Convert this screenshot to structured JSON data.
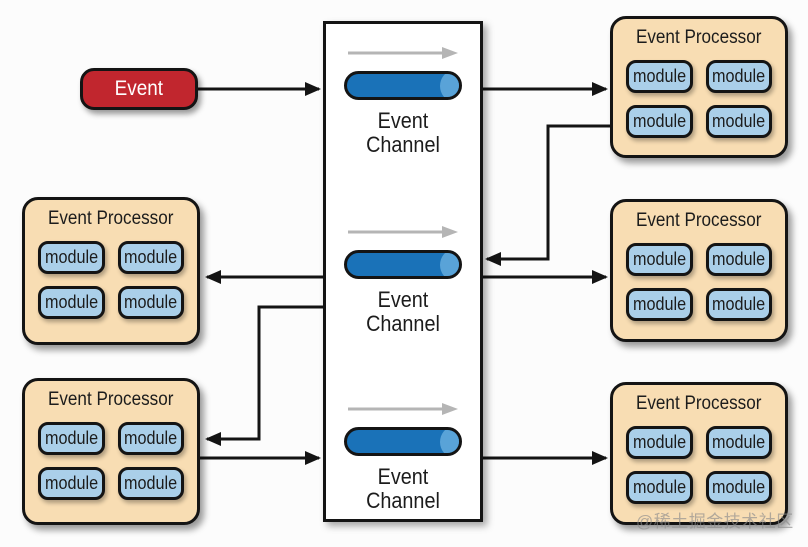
{
  "diagram": {
    "event": {
      "label": "Event"
    },
    "event_channels": [
      {
        "line1": "Event",
        "line2": "Channel"
      },
      {
        "line1": "Event",
        "line2": "Channel"
      },
      {
        "line1": "Event",
        "line2": "Channel"
      }
    ],
    "processors": [
      {
        "title": "Event Processor",
        "modules": [
          "module",
          "module",
          "module",
          "module"
        ]
      },
      {
        "title": "Event Processor",
        "modules": [
          "module",
          "module",
          "module",
          "module"
        ]
      },
      {
        "title": "Event Processor",
        "modules": [
          "module",
          "module",
          "module",
          "module"
        ]
      },
      {
        "title": "Event Processor",
        "modules": [
          "module",
          "module",
          "module",
          "module"
        ]
      },
      {
        "title": "Event Processor",
        "modules": [
          "module",
          "module",
          "module",
          "module"
        ]
      }
    ]
  },
  "colors": {
    "event_red": "#c1262e",
    "channel_blue": "#1a72b8",
    "channel_blue_highlight": "#59a3d8",
    "processor_tan": "#f8ddb3",
    "module_blue": "#aacfe9",
    "flow_arrow_gray": "#b5b5b5",
    "connector_black": "#141414"
  },
  "watermark": {
    "text": "@稀土掘金技术社区"
  }
}
